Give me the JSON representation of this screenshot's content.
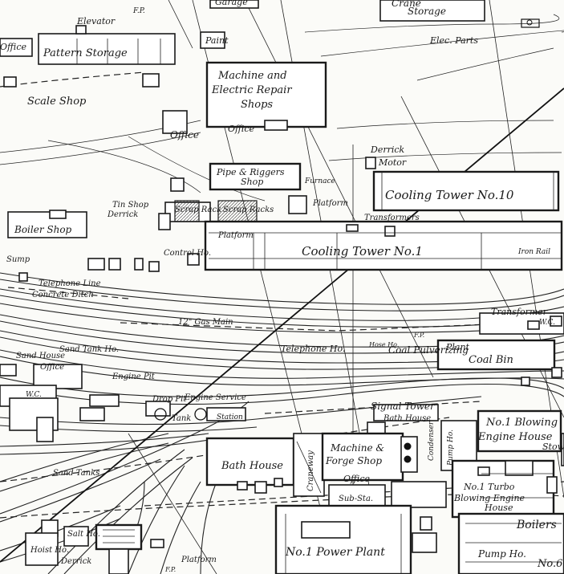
{
  "map": {
    "colors": {
      "ink": "#1a1a1a",
      "paper": "#fbfbf8"
    },
    "labels": {
      "garage": "Garage",
      "crane_storage_1": "Crane",
      "crane_storage_2": "Storage",
      "elevator": "Elevator",
      "fp_top": "F.P.",
      "office_topleft": "Office",
      "pattern_storage": "Pattern Storage",
      "paint": "Paint",
      "elec_parts": "Elec. Parts",
      "machine_repair_1": "Machine and",
      "machine_repair_2": "Electric Repair",
      "machine_repair_3": "Shops",
      "scale_shop": "Scale Shop",
      "office_1": "Office",
      "office_2": "Office",
      "derrick_top": "Derrick",
      "motor": "Motor",
      "pipe_riggers_1": "Pipe & Riggers",
      "pipe_riggers_2": "Shop",
      "furnace": "Furnace",
      "cooling_tower_10": "Cooling Tower No.10",
      "tin_shop": "Tin Shop",
      "derrick_mid": "Derrick",
      "scrap_rack": "Scrap Rack",
      "scrap_racks": "Scrap Racks",
      "platform_1": "Platform",
      "transformers": "Transformers",
      "boiler_shop": "Boiler Shop",
      "platform_2": "Platform",
      "cooling_tower_1": "Cooling Tower No.1",
      "sump": "Sump",
      "control_ho": "Control Ho.",
      "iron_rail": "Iron Rail",
      "telephone_line": "Telephone Line",
      "concrete_ditch": "Concrete Ditch",
      "gas_main": "12\" Gas Main",
      "transformer_right": "Transformer",
      "wc_right": "W.C.",
      "telephone_ho": "Telephone Ho.",
      "hose_ho": "Hose Ho.",
      "fp_mid": "F.P.",
      "coal_pulverizing_1": "Coal Pulverizing",
      "coal_pulverizing_2": "Plant",
      "coal_bin": "Coal Bin",
      "sand_tank_ho": "Sand Tank Ho.",
      "sand_house": "Sand House",
      "office_sand": "Office",
      "engine_pit": "Engine Pit",
      "wc_left": "W.C.",
      "drop_pit": "Drop Pit",
      "engine_service": "Engine Service",
      "station": "Station",
      "tank": "Tank",
      "signal_tower": "Signal Tower",
      "bath_house_small": "Bath House",
      "blowing_engine_1": "No.1 Blowing",
      "blowing_engine_2": "Engine House",
      "stow": "Stow",
      "bath_house": "Bath House",
      "craneway": "Craneway",
      "machine_forge_1": "Machine &",
      "machine_forge_2": "Forge Shop",
      "condenser_pump": "Condenser",
      "pump_ho_small": "Pump Ho.",
      "office_forge": "Office",
      "sub_sta": "Sub-Sta.",
      "turbo_1": "No.1 Turbo",
      "turbo_2": "Blowing Engine",
      "turbo_3": "House",
      "sand_tanks": "Sand Tanks",
      "salt_ho": "Salt Ho.",
      "hoist_ho": "Hoist Ho.",
      "derrick_bottom": "Derrick",
      "platform_3": "Platform",
      "fp_bottom": "F.P.",
      "power_plant": "No.1 Power Plant",
      "boilers": "Boilers",
      "pump_ho": "Pump Ho.",
      "no_6": "No.6"
    }
  }
}
